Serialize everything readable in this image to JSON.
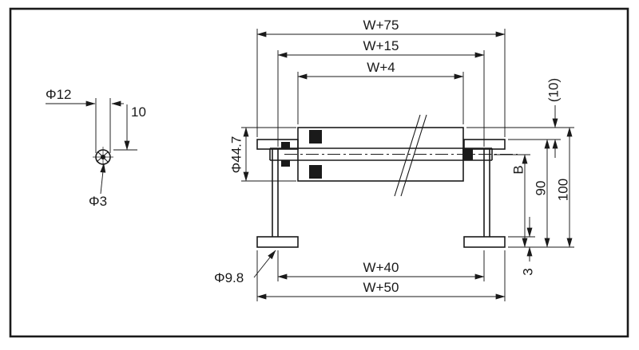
{
  "drawing": {
    "line_color": "#1a1a1a",
    "background": "#ffffff",
    "labels": {
      "w75": "W+75",
      "w15": "W+15",
      "w4": "W+4",
      "w40": "W+40",
      "w50": "W+50",
      "roller_dia": "Φ44.7",
      "detail_dia_outer": "Φ12",
      "detail_offset": "10",
      "detail_dia_inner": "Φ3",
      "mount_hole_dia": "Φ9.8",
      "ref_top_offset": "(10)",
      "dim_b": "B",
      "dim_90": "90",
      "dim_100": "100",
      "dim_3": "3"
    }
  }
}
